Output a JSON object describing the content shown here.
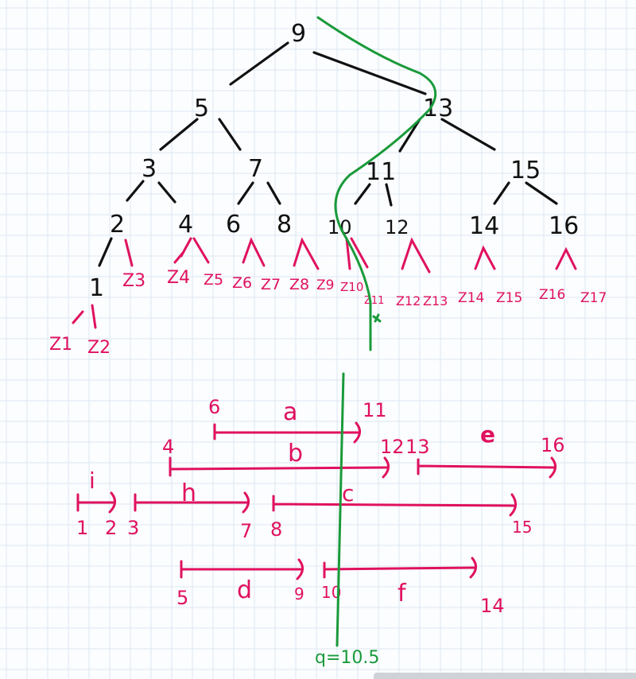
{
  "tree": {
    "nodes": [
      "9",
      "5",
      "13",
      "3",
      "7",
      "11",
      "15",
      "2",
      "4",
      "6",
      "8",
      "10",
      "12",
      "14",
      "16",
      "1"
    ],
    "leaves": [
      "Z1",
      "Z2",
      "Z3",
      "Z4",
      "Z5",
      "Z6",
      "Z7",
      "Z8",
      "Z9",
      "Z10",
      "Z11",
      "Z12",
      "Z13",
      "Z14",
      "Z15",
      "Z16",
      "Z17"
    ]
  },
  "intervals": [
    {
      "label": "a",
      "left": "6",
      "right": "11"
    },
    {
      "label": "b",
      "left": "4",
      "right": "12"
    },
    {
      "label": "e",
      "left": "13",
      "right": "16"
    },
    {
      "label": "i",
      "left": "1",
      "right": "2"
    },
    {
      "label": "h",
      "left": "3",
      "right": "7"
    },
    {
      "label": "c",
      "left": "8",
      "right": "15"
    },
    {
      "label": "d",
      "left": "5",
      "right": "9"
    },
    {
      "label": "f",
      "left": "10",
      "right": "14"
    }
  ],
  "query": "q=10.5",
  "colors": {
    "tree": "#111111",
    "intervals": "#e0115f",
    "query": "#1a9a3a",
    "grid": "#dde8f2"
  }
}
